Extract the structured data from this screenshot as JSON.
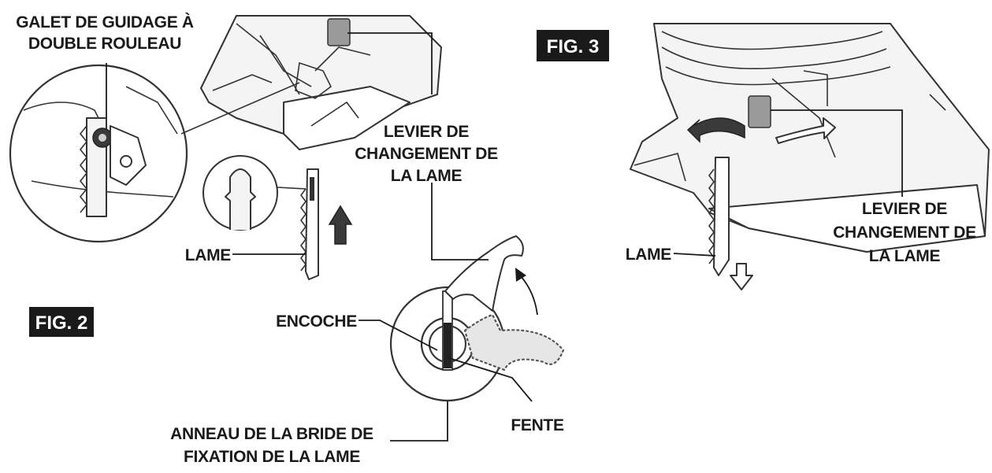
{
  "fig2": {
    "badge": "FIG. 2",
    "labels": {
      "galet_line1": "GALET DE GUIDAGE À",
      "galet_line2": "DOUBLE ROULEAU",
      "levier_line1": "LEVIER DE",
      "levier_line2": "CHANGEMENT DE",
      "levier_line3": "LA LAME",
      "lame": "LAME",
      "encoche": "ENCOCHE",
      "fente": "FENTE",
      "anneau_line1": "ANNEAU DE LA BRIDE DE",
      "anneau_line2": "FIXATION DE LA LAME"
    }
  },
  "fig3": {
    "badge": "FIG. 3",
    "labels": {
      "levier_line1": "LEVIER DE",
      "levier_line2": "CHANGEMENT DE",
      "levier_line3": "LA LAME",
      "lame": "LAME"
    }
  },
  "colors": {
    "badge_bg": "#1a1a1a",
    "ink": "#1a1a1a"
  }
}
